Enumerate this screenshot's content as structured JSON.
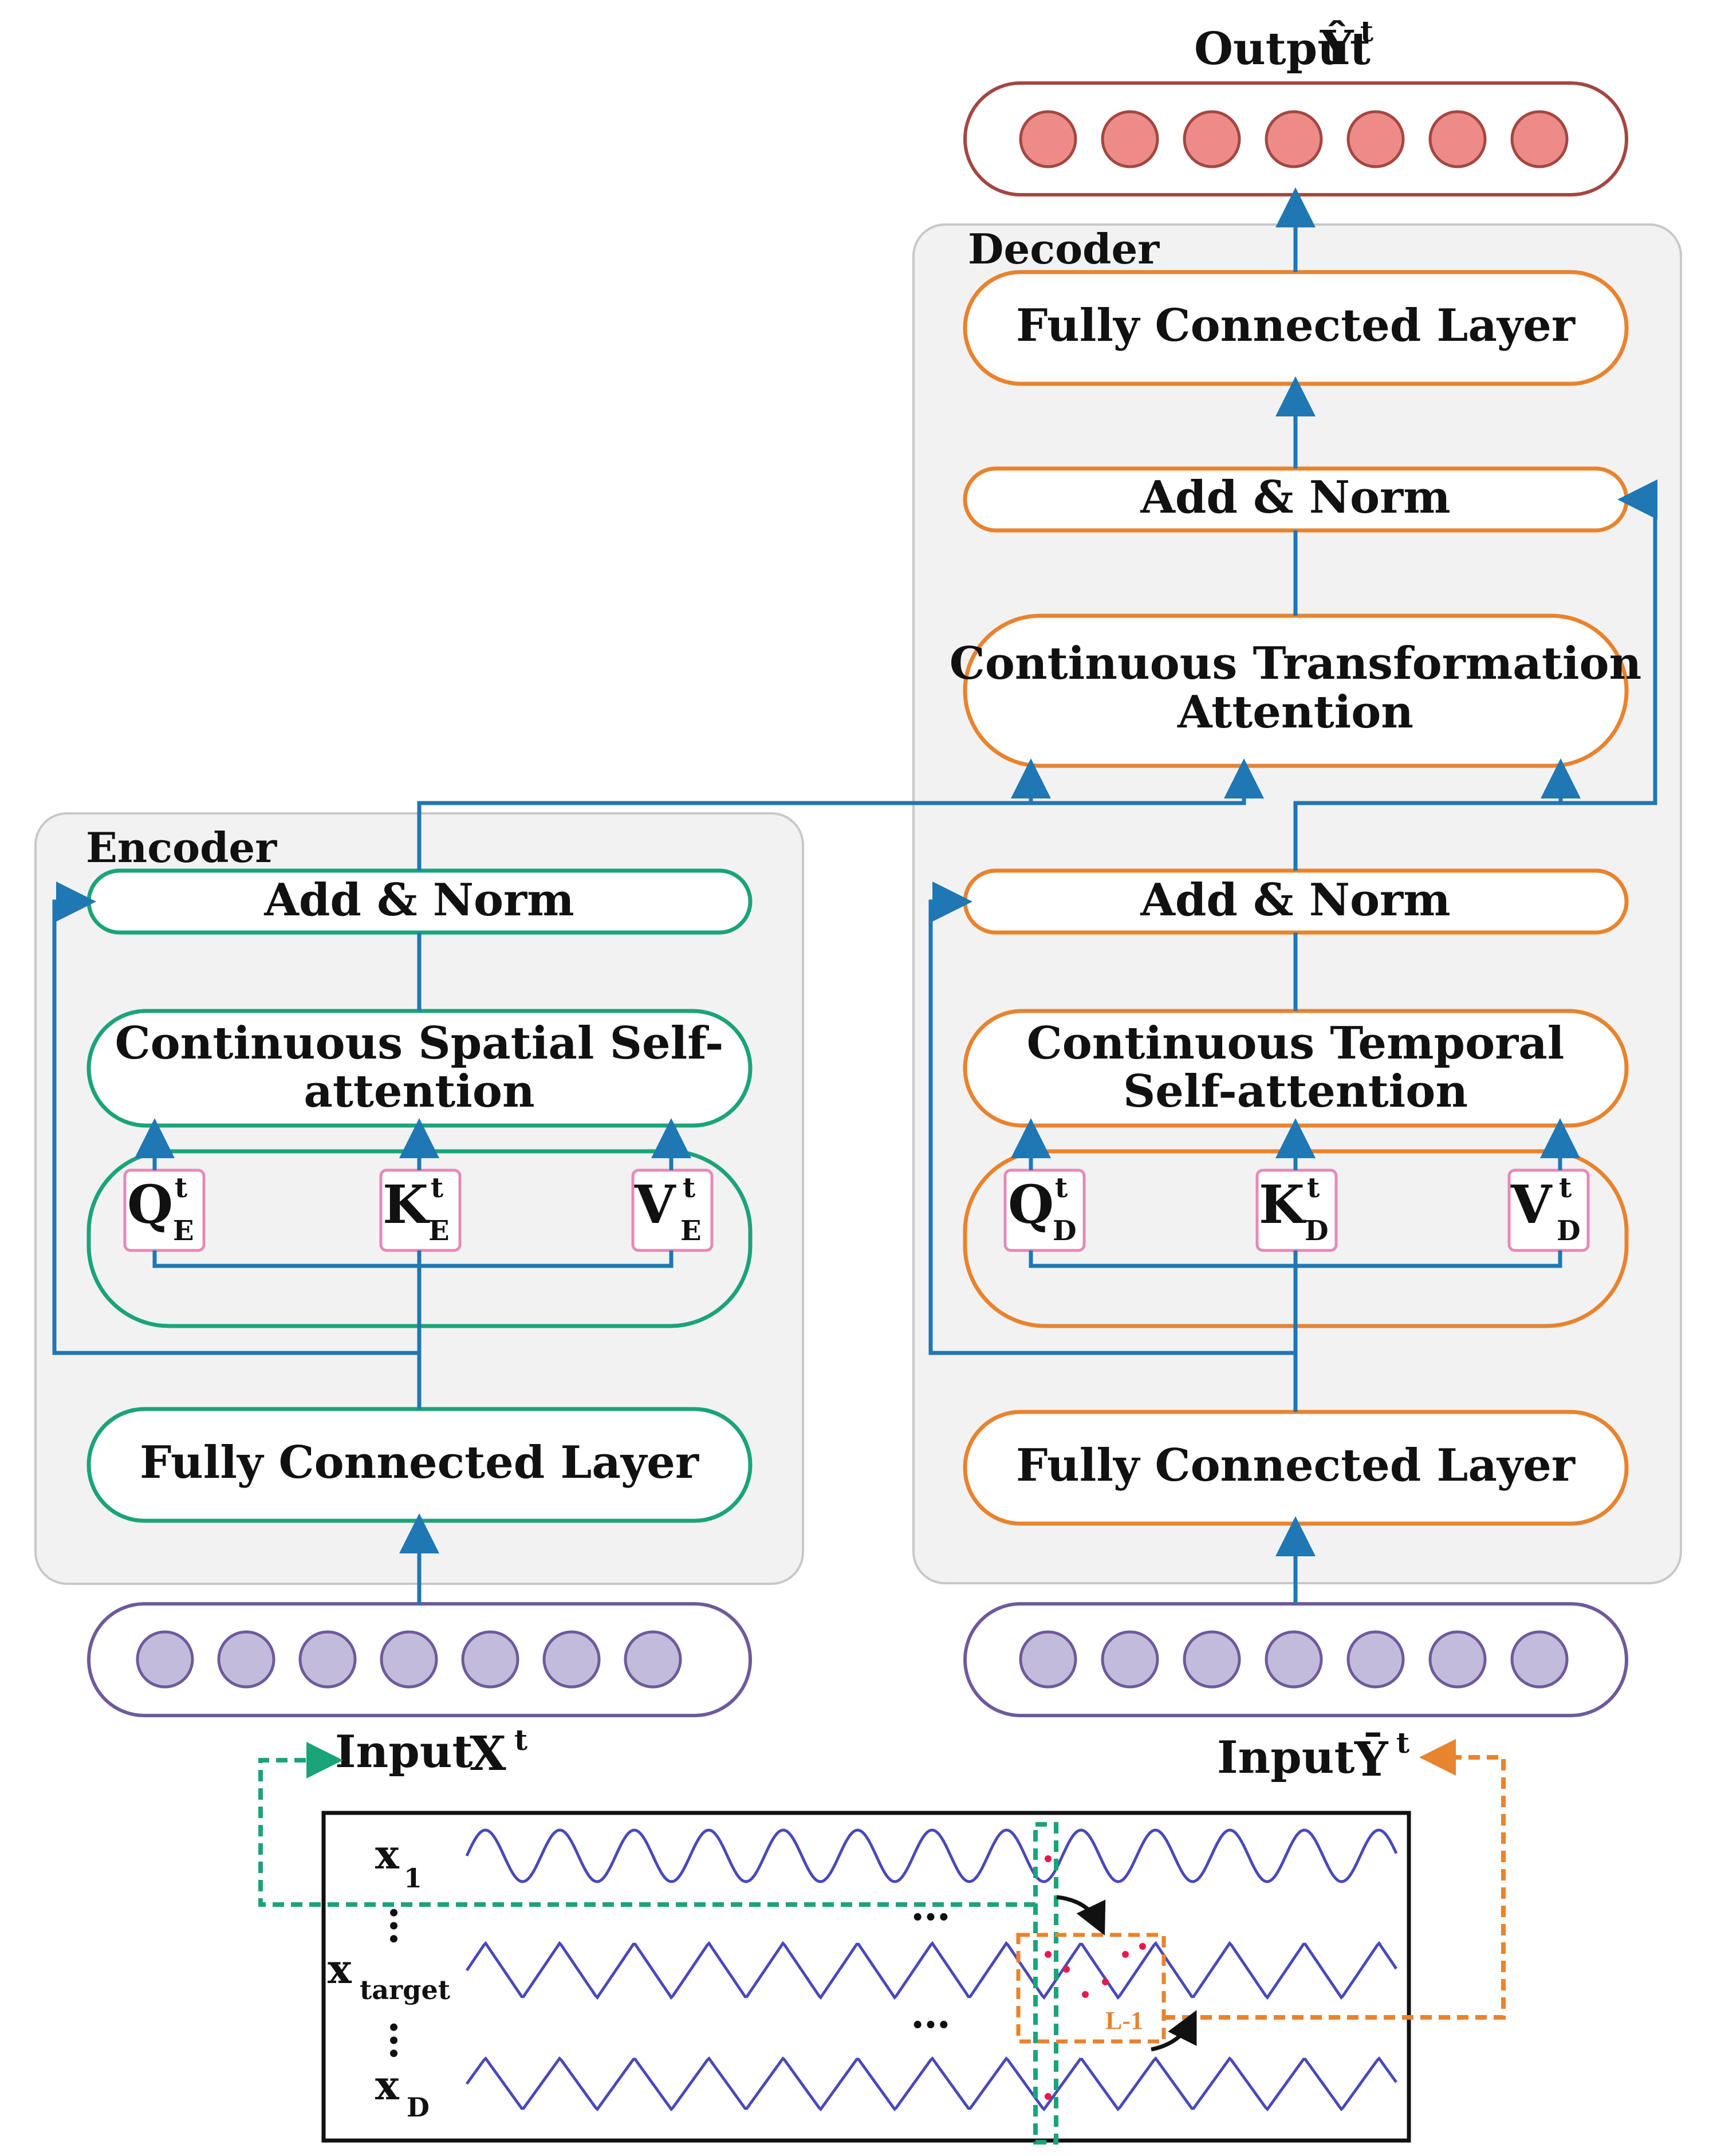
{
  "output_label": "Output",
  "output_symbol": "Ŷ",
  "decoder": {
    "title": "Decoder",
    "fc_top": "Fully Connected Layer",
    "add_norm_top": "Add & Norm",
    "cta_line1": "Continuous Transformation",
    "cta_line2": "Attention",
    "add_norm_mid": "Add & Norm",
    "ctsa_line1": "Continuous Temporal",
    "ctsa_line2": "Self-attention",
    "q": "Q",
    "k": "K",
    "v": "V",
    "sub": "D",
    "sup": "t",
    "fc_bottom": "Fully Connected Layer"
  },
  "encoder": {
    "title": "Encoder",
    "add_norm": "Add & Norm",
    "cssa_line1": "Continuous Spatial Self-",
    "cssa_line2": "attention",
    "q": "Q",
    "k": "K",
    "v": "V",
    "sub": "E",
    "sup": "t",
    "fc": "Fully Connected Layer"
  },
  "input_x_label": "Input",
  "input_x_symbol": "X",
  "input_y_label": "Input",
  "input_y_symbol": "Ȳ",
  "sup_t": "t",
  "series": {
    "x1": "x",
    "x1_sub": "1",
    "xt": "x",
    "xt_sub": "target",
    "xd": "x",
    "xd_sub": "D",
    "ellipsis": "…",
    "window_label": "L-1"
  },
  "colors": {
    "encoder_accent": "#1ba37a",
    "decoder_accent": "#e8832e",
    "arrow": "#1f77b4",
    "output_node": "#ec8b88",
    "input_node": "#c3bbdb",
    "qkv_border": "#e58ab7"
  }
}
